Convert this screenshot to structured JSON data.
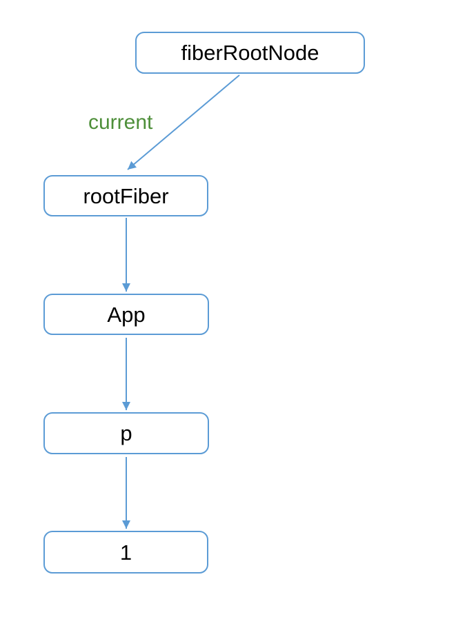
{
  "diagram": {
    "type": "tree",
    "description": "React fiber tree hierarchy",
    "nodes": [
      {
        "id": "fiberRootNode",
        "label": "fiberRootNode"
      },
      {
        "id": "rootFiber",
        "label": "rootFiber"
      },
      {
        "id": "App",
        "label": "App"
      },
      {
        "id": "p",
        "label": "p"
      },
      {
        "id": "1",
        "label": "1"
      }
    ],
    "edges": [
      {
        "from": "fiberRootNode",
        "to": "rootFiber",
        "label": "current"
      },
      {
        "from": "rootFiber",
        "to": "App",
        "label": ""
      },
      {
        "from": "App",
        "to": "p",
        "label": ""
      },
      {
        "from": "p",
        "to": "1",
        "label": ""
      }
    ],
    "colors": {
      "node_border": "#5b9bd5",
      "arrow": "#5b9bd5",
      "edge_label_text": "#4e8f3a",
      "node_text": "#000000",
      "background": "#ffffff"
    }
  }
}
